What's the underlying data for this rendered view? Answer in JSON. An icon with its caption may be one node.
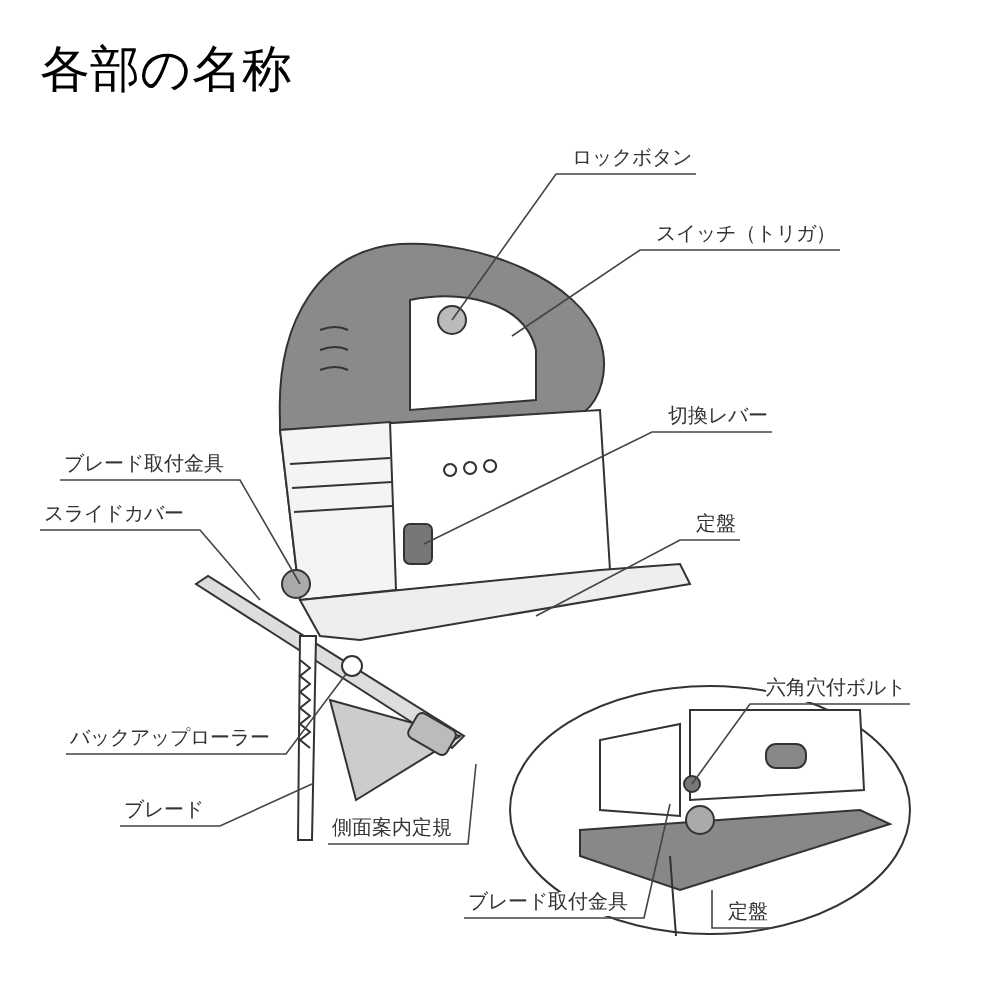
{
  "diagram": {
    "title": "各部の名称",
    "nodes": [
      {
        "text": [
          "ロックボタン"
        ]
      },
      {
        "text": [
          "スイッチ（トリガ）"
        ]
      },
      {
        "text": [
          "切換レバー"
        ]
      },
      {
        "text": [
          "定盤"
        ]
      },
      {
        "text": [
          "ブレード取付金具"
        ]
      },
      {
        "text": [
          "スライドカバー"
        ]
      },
      {
        "text": [
          "バックアップローラー"
        ]
      },
      {
        "text": [
          "ブレード"
        ]
      },
      {
        "text": [
          "側面案内定規"
        ]
      },
      {
        "text": [
          "六角穴付ボルト"
        ]
      },
      {
        "text": [
          "ブレード取付金具"
        ]
      },
      {
        "text": [
          "定盤"
        ]
      },
      {
        "text": [],
        "shape": "picture"
      }
    ],
    "edges": [
      {
        "from": 0,
        "to": null,
        "arrow": "none"
      },
      {
        "from": 1,
        "to": null,
        "arrow": "none"
      },
      {
        "from": 2,
        "to": null,
        "arrow": "none"
      },
      {
        "from": 3,
        "to": null,
        "arrow": "none"
      },
      {
        "from": 4,
        "to": null,
        "arrow": "none"
      },
      {
        "from": 5,
        "to": null,
        "arrow": "none"
      },
      {
        "from": 6,
        "to": null,
        "arrow": "none"
      },
      {
        "from": 7,
        "to": 12,
        "arrow": "none"
      },
      {
        "from": 8,
        "to": null,
        "arrow": "none"
      },
      {
        "from": 9,
        "to": null,
        "arrow": "none"
      },
      {
        "from": 10,
        "to": null,
        "arrow": "none"
      },
      {
        "from": 11,
        "to": null,
        "arrow": "none"
      }
    ]
  }
}
